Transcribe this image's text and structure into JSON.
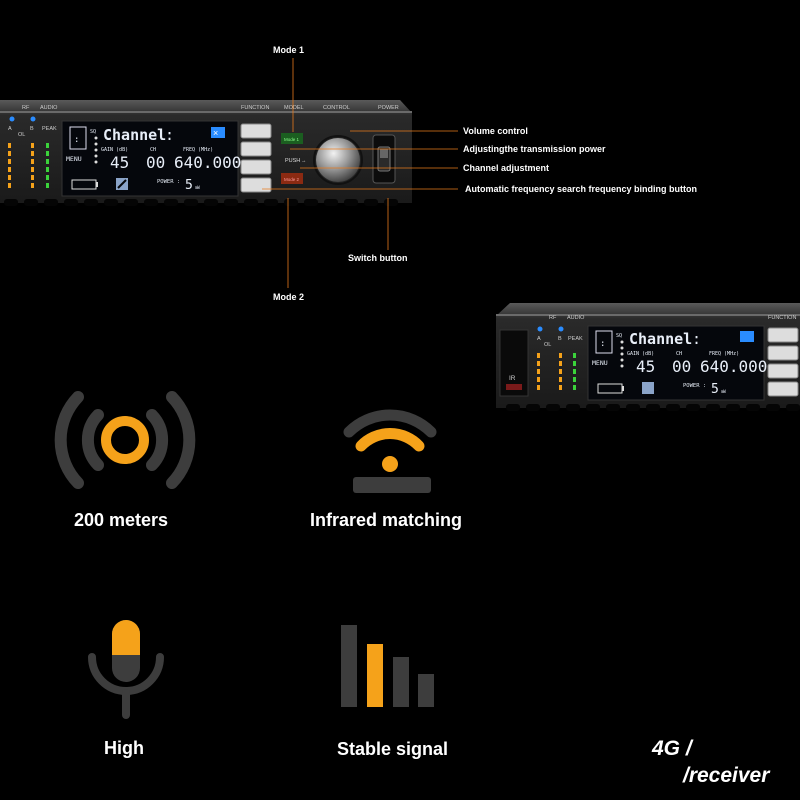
{
  "callouts": {
    "mode1": "Mode 1",
    "mode2": "Mode 2",
    "volume": "Volume control",
    "power_adjust": "Adjustingthe transmission power",
    "channel_adjust": "Channel adjustment",
    "auto_freq": "Automatic frequency search frequency binding button",
    "switch": "Switch button"
  },
  "panel": {
    "labels": {
      "rf": "RF",
      "audio": "AUDIO",
      "function": "FUNCTION",
      "model": "MODEL",
      "control": "CONTROL",
      "power": "POWER"
    },
    "meter": {
      "a": "A",
      "b": "B",
      "ol": "OL",
      "peak": "PEAK"
    },
    "lcd": {
      "title": "Channel",
      "sq": "SQ",
      "menu": "MENU",
      "gain_label": "GAIN (dB)",
      "ch_label": "CH",
      "freq_label": "FREQ (MHz)",
      "gain_value": "45",
      "ch_value": "00",
      "freq_value": "640.000",
      "power_label": "POWER :",
      "power_value": "5",
      "power_unit": "mW"
    },
    "buttons": {
      "mode1": "Mode 1",
      "push": "PUSH",
      "mode2": "Mode 2"
    },
    "ir": "IR"
  },
  "features": [
    {
      "label": "200 meters",
      "icon": "signal-waves-icon"
    },
    {
      "label": "Infrared  matching",
      "icon": "wifi-icon"
    },
    {
      "label": "High",
      "icon": "microphone-icon"
    },
    {
      "label": "Stable signal",
      "icon": "signal-bars-icon"
    }
  ],
  "branding": {
    "line1": "4G /",
    "line2": "/receiver"
  },
  "colors": {
    "accent": "#f5a21a",
    "icon_gray": "#3d3d3d",
    "lcd_blue": "#2a8cff"
  }
}
